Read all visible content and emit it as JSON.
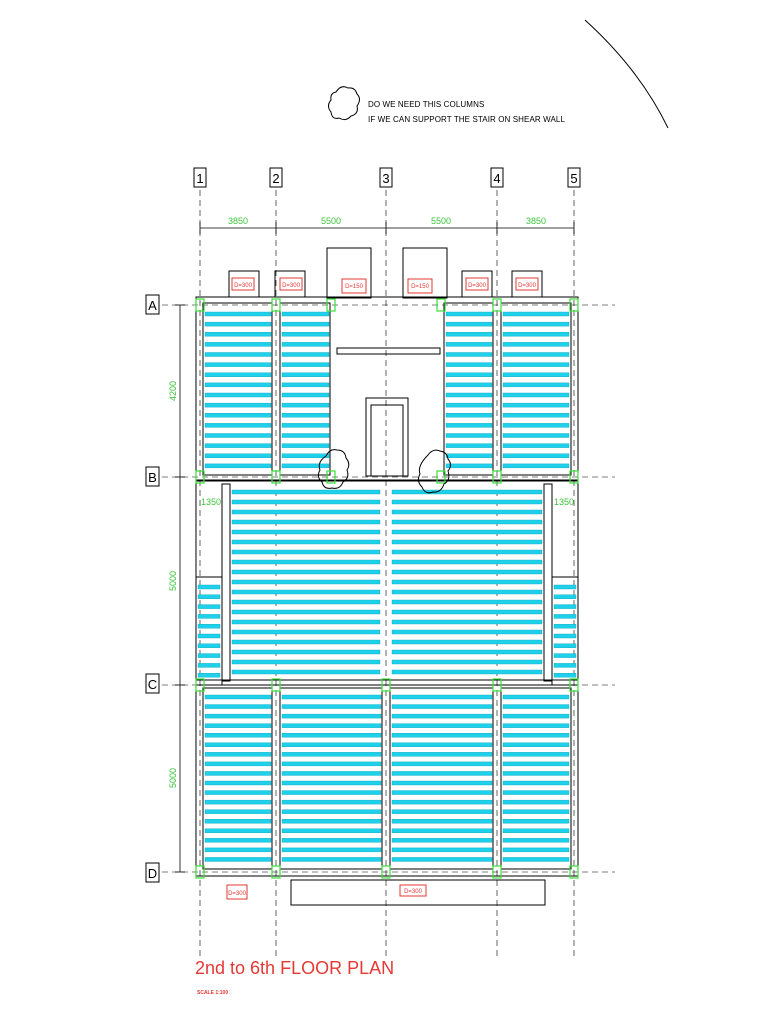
{
  "note": {
    "line1": "DO WE NEED THIS COLUMNS",
    "line2": "IF WE CAN SUPPORT THE STAIR ON SHEAR WALL"
  },
  "grid": {
    "columns": [
      "1",
      "2",
      "3",
      "4",
      "5"
    ],
    "rows": [
      "A",
      "B",
      "C",
      "D"
    ]
  },
  "dimensions": {
    "spans": [
      "3850",
      "5500",
      "5500",
      "3850"
    ],
    "row_ab": "4200",
    "row_bc": "5000",
    "row_cd": "5000",
    "cantilever_left": "1350",
    "cantilever_right": "1350"
  },
  "openings": [
    "D=300",
    "D=300",
    "D=150",
    "D=150",
    "D=300",
    "D=300",
    "D=300",
    "D=300"
  ],
  "title": "2nd to 6th FLOOR PLAN",
  "scale": "SCALE 1:100",
  "colors": {
    "slab_bar": "#1fd0ea",
    "column": "#38e038",
    "dimension": "#3cc43c",
    "tag": "#e53935",
    "line": "#000000"
  }
}
